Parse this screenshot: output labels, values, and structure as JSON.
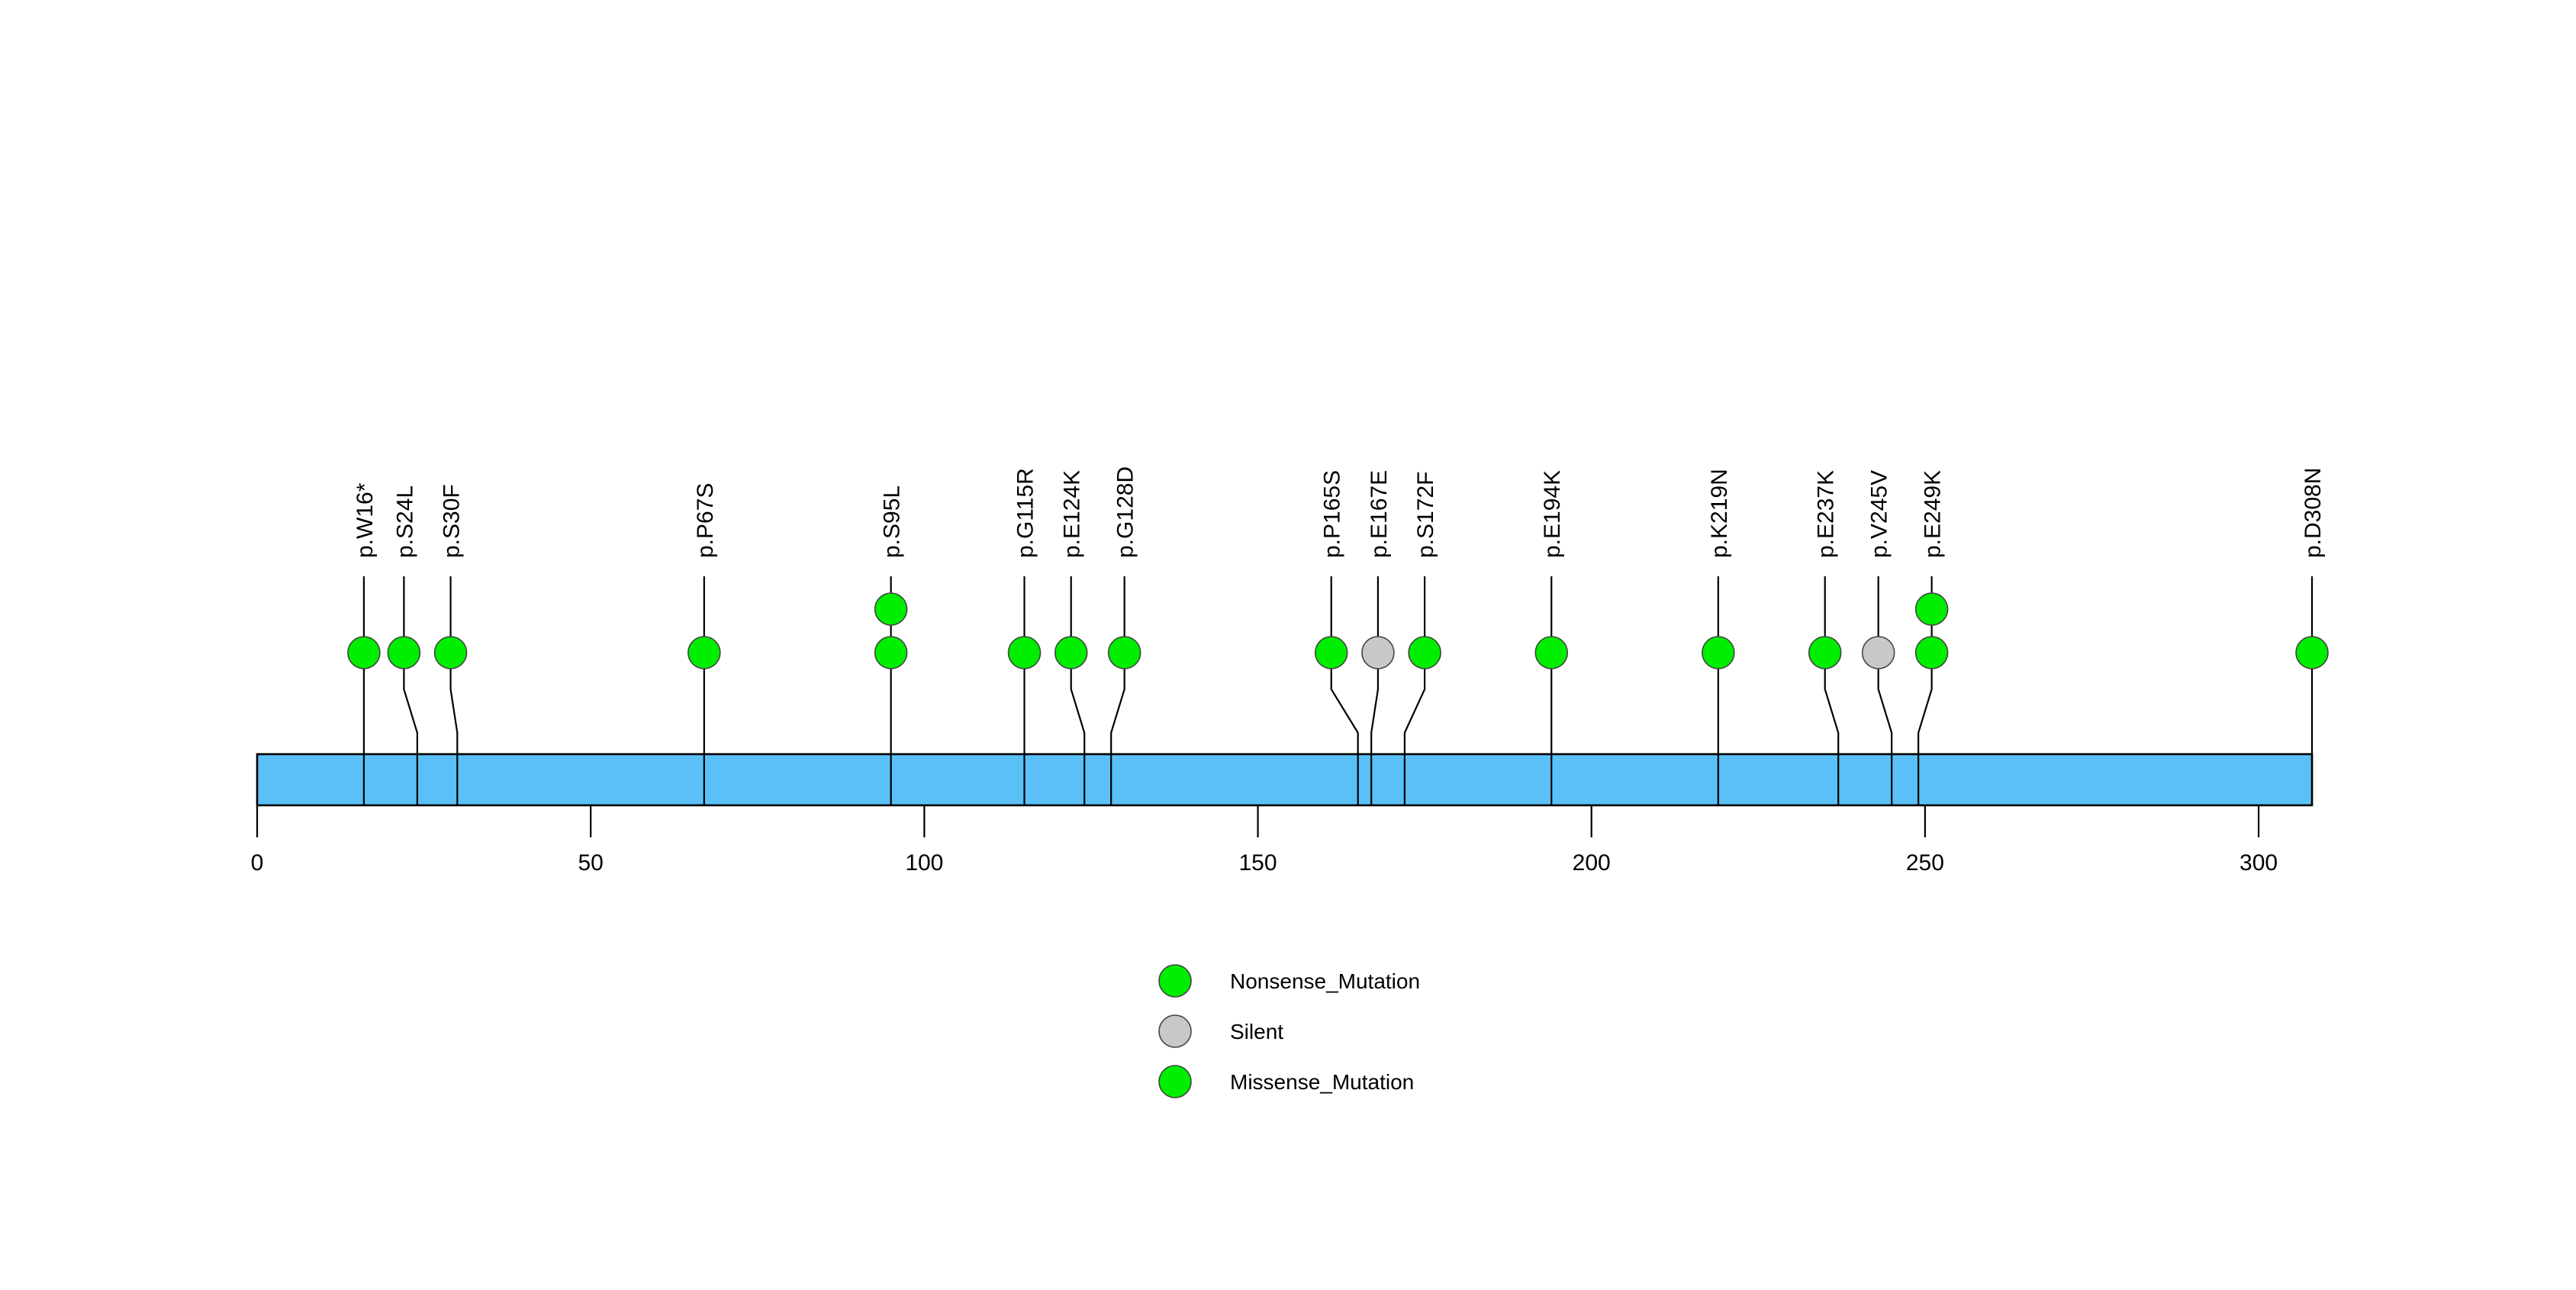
{
  "chart_data": {
    "type": "scatter",
    "title": "",
    "subtitle": "",
    "xlabel": "",
    "ylabel": "",
    "xlim": [
      0,
      308
    ],
    "grid": false,
    "legend_position": "bottom-center",
    "protein_length": 308,
    "axis": {
      "ticks": [
        0,
        50,
        100,
        150,
        200,
        250,
        300
      ],
      "tick_labels": [
        "0",
        "50",
        "100",
        "150",
        "200",
        "250",
        "300"
      ]
    },
    "domain_track": {
      "color": "#5BC0F8",
      "start": 0,
      "end": 308,
      "separators": [
        16,
        24,
        30,
        67,
        95,
        115,
        124,
        128,
        165,
        167,
        172,
        194,
        219,
        237,
        245,
        249,
        308
      ]
    },
    "legend": [
      {
        "label": "Nonsense_Mutation",
        "color": "#00EE00"
      },
      {
        "label": "Silent",
        "color": "#C8C8C8"
      },
      {
        "label": "Missense_Mutation",
        "color": "#00EE00"
      }
    ],
    "categories": [
      "p.W16*",
      "p.S24L",
      "p.S30F",
      "p.P67S",
      "p.S95L",
      "p.G115R",
      "p.E124K",
      "p.G128D",
      "p.P165S",
      "p.E167E",
      "p.S172F",
      "p.E194K",
      "p.K219N",
      "p.E237K",
      "p.V245V",
      "p.E249K",
      "p.D308N"
    ],
    "positions": [
      16,
      24,
      30,
      67,
      95,
      115,
      124,
      128,
      165,
      167,
      172,
      194,
      219,
      237,
      245,
      249,
      308
    ],
    "values": [
      1,
      1,
      1,
      1,
      2,
      1,
      1,
      1,
      1,
      1,
      1,
      1,
      1,
      1,
      1,
      2,
      1
    ],
    "mutations": [
      {
        "label": "p.W16*",
        "position": 16,
        "count": 1,
        "type": "Nonsense_Mutation",
        "color": "#00EE00",
        "label_x": 16,
        "stem_x": 16
      },
      {
        "label": "p.S24L",
        "position": 24,
        "count": 1,
        "type": "Missense_Mutation",
        "color": "#00EE00",
        "label_x": 22,
        "stem_x": 24
      },
      {
        "label": "p.S30F",
        "position": 30,
        "count": 1,
        "type": "Missense_Mutation",
        "color": "#00EE00",
        "label_x": 29,
        "stem_x": 30
      },
      {
        "label": "p.P67S",
        "position": 67,
        "count": 1,
        "type": "Missense_Mutation",
        "color": "#00EE00",
        "label_x": 67,
        "stem_x": 67
      },
      {
        "label": "p.S95L",
        "position": 95,
        "count": 2,
        "type": "Missense_Mutation",
        "color": "#00EE00",
        "label_x": 95,
        "stem_x": 95
      },
      {
        "label": "p.G115R",
        "position": 115,
        "count": 1,
        "type": "Missense_Mutation",
        "color": "#00EE00",
        "label_x": 115,
        "stem_x": 115
      },
      {
        "label": "p.E124K",
        "position": 124,
        "count": 1,
        "type": "Missense_Mutation",
        "color": "#00EE00",
        "label_x": 122,
        "stem_x": 124
      },
      {
        "label": "p.G128D",
        "position": 128,
        "count": 1,
        "type": "Missense_Mutation",
        "color": "#00EE00",
        "label_x": 130,
        "stem_x": 128
      },
      {
        "label": "p.P165S",
        "position": 165,
        "count": 1,
        "type": "Missense_Mutation",
        "color": "#00EE00",
        "label_x": 161,
        "stem_x": 165
      },
      {
        "label": "p.E167E",
        "position": 167,
        "count": 1,
        "type": "Silent",
        "color": "#C8C8C8",
        "label_x": 168,
        "stem_x": 167
      },
      {
        "label": "p.S172F",
        "position": 172,
        "count": 1,
        "type": "Missense_Mutation",
        "color": "#00EE00",
        "label_x": 175,
        "stem_x": 172
      },
      {
        "label": "p.E194K",
        "position": 194,
        "count": 1,
        "type": "Missense_Mutation",
        "color": "#00EE00",
        "label_x": 194,
        "stem_x": 194
      },
      {
        "label": "p.K219N",
        "position": 219,
        "count": 1,
        "type": "Missense_Mutation",
        "color": "#00EE00",
        "label_x": 219,
        "stem_x": 219
      },
      {
        "label": "p.E237K",
        "position": 237,
        "count": 1,
        "type": "Missense_Mutation",
        "color": "#00EE00",
        "label_x": 235,
        "stem_x": 237
      },
      {
        "label": "p.V245V",
        "position": 245,
        "count": 1,
        "type": "Silent",
        "color": "#C8C8C8",
        "label_x": 243,
        "stem_x": 245
      },
      {
        "label": "p.E249K",
        "position": 249,
        "count": 2,
        "type": "Missense_Mutation",
        "color": "#00EE00",
        "label_x": 251,
        "stem_x": 249
      },
      {
        "label": "p.D308N",
        "position": 308,
        "count": 1,
        "type": "Missense_Mutation",
        "color": "#00EE00",
        "label_x": 308,
        "stem_x": 308
      }
    ]
  },
  "colors": {
    "domain_bar": "#5BC0F8",
    "nonsense": "#00EE00",
    "missense": "#00EE00",
    "silent": "#C8C8C8",
    "stroke": "#000000",
    "background": "#ffffff"
  }
}
